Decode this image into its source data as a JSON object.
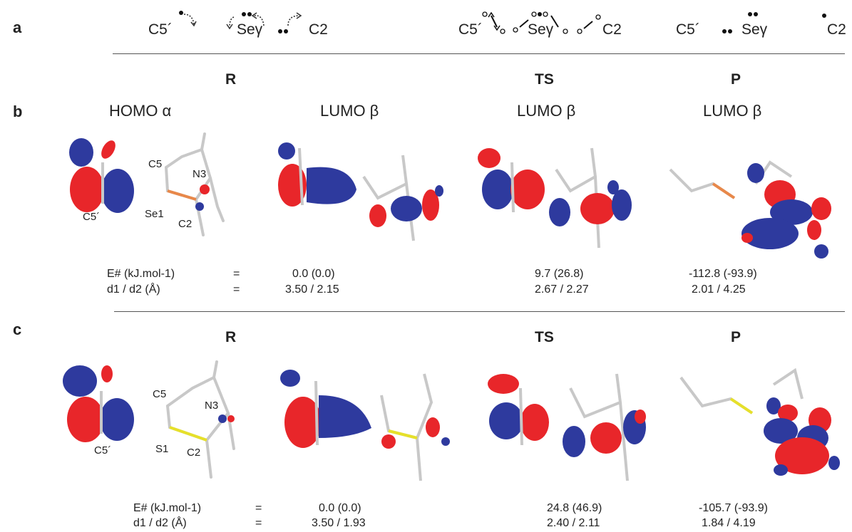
{
  "panel_labels": {
    "a": "a",
    "b": "b",
    "c": "c"
  },
  "mechanism": {
    "group1": {
      "c5": "C5´",
      "se": "Seγ",
      "c2": "C2"
    },
    "group2": {
      "c5": "C5´",
      "se": "Seγ",
      "c2": "C2"
    },
    "group3": {
      "c5": "C5´",
      "se": "Seγ",
      "c2": "C2"
    }
  },
  "panel_b": {
    "headers": {
      "r": "R",
      "ts": "TS",
      "p": "P"
    },
    "orbitals": {
      "homo": "HOMO α",
      "lumo_r": "LUMO β",
      "lumo_ts": "LUMO β",
      "lumo_p": "LUMO β"
    },
    "atoms": {
      "c5": "C5",
      "n3": "N3",
      "se1": "Se1",
      "c2": "C2",
      "c5p": "C5´"
    },
    "energy": {
      "label1": "E# (kJ.mol-1)",
      "label2": "d1 / d2 (Å)",
      "eq1": "=",
      "eq2": "=",
      "r_e": "0.0 (0.0)",
      "r_d": "3.50 / 2.15",
      "ts_e": "9.7 (26.8)",
      "ts_d": "2.67 / 2.27",
      "p_e": "-112.8 (-93.9)",
      "p_d": "2.01 / 4.25"
    }
  },
  "panel_c": {
    "headers": {
      "r": "R",
      "ts": "TS",
      "p": "P"
    },
    "atoms": {
      "c5": "C5",
      "n3": "N3",
      "s1": "S1",
      "c2": "C2",
      "c5p": "C5´"
    },
    "energy": {
      "label1": "E# (kJ.mol-1)",
      "label2": "d1 / d2 (Å)",
      "eq1": "=",
      "eq2": "=",
      "r_e": "0.0 (0.0)",
      "r_d": "3.50 / 1.93",
      "ts_e": "24.8 (46.9)",
      "ts_d": "2.40 / 2.11",
      "p_e": "-105.7 (-93.9)",
      "p_d": "1.84 / 4.19"
    }
  },
  "colors": {
    "lobe_red": "#e8262a",
    "lobe_blue": "#2e3a9e",
    "bond_gray": "#c8c8c8",
    "selenium": "#e8884a",
    "sulfur": "#e6e02a"
  }
}
